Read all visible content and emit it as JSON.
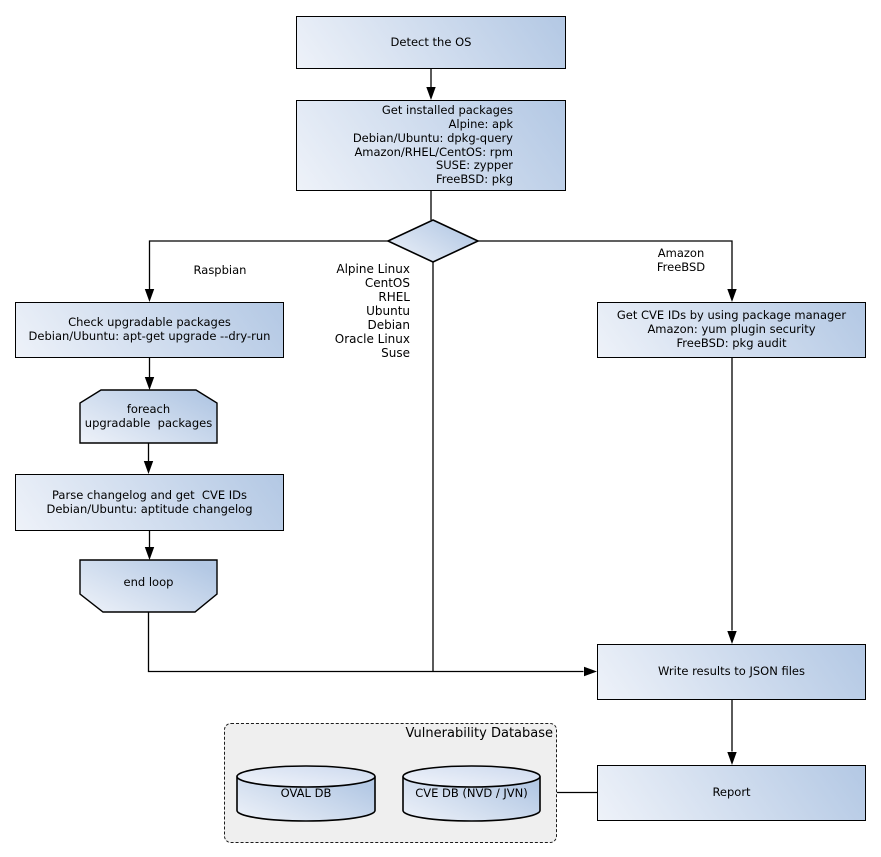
{
  "colors": {
    "node_light": "#eef2f9",
    "node_dark": "#b3c8e4",
    "node_top_light": "#f2f5fb",
    "node_top_dark": "#ccd9ee",
    "stroke": "#000000",
    "container_bg": "#efefef",
    "canvas_bg": "#ffffff"
  },
  "nodes": {
    "detect_os": {
      "lines": [
        "Detect the OS"
      ]
    },
    "get_installed_packages": {
      "lines": [
        "Get installed packages",
        "Alpine: apk",
        "Debian/Ubuntu: dpkg-query",
        "Amazon/RHEL/CentOS: rpm",
        "SUSE: zypper",
        "FreeBSD: pkg"
      ]
    },
    "check_upgradable": {
      "lines": [
        "Check upgradable packages",
        "Debian/Ubuntu: apt-get upgrade --dry-run"
      ]
    },
    "foreach_loop": {
      "lines": [
        "foreach",
        "upgradable  packages"
      ]
    },
    "parse_changelog": {
      "lines": [
        "Parse changelog and get  CVE IDs",
        "Debian/Ubuntu: aptitude changelog"
      ]
    },
    "end_loop": {
      "lines": [
        "end loop"
      ]
    },
    "get_cve_ids": {
      "lines": [
        "Get CVE IDs by using package manager",
        "Amazon: yum plugin security",
        "FreeBSD: pkg audit"
      ]
    },
    "write_results": {
      "lines": [
        "Write results to JSON files"
      ]
    },
    "report": {
      "lines": [
        "Report"
      ]
    },
    "oval_db": {
      "label": "OVAL DB"
    },
    "cve_db": {
      "label": "CVE DB (NVD / JVN)"
    }
  },
  "edge_labels": {
    "raspbian": "Raspbian",
    "os_list": [
      "Alpine Linux",
      "CentOS",
      "RHEL",
      "Ubuntu",
      "Debian",
      "Oracle Linux",
      "Suse"
    ],
    "amazon_freebsd": [
      "Amazon",
      "FreeBSD"
    ]
  },
  "container": {
    "title": "Vulnerability Database"
  }
}
